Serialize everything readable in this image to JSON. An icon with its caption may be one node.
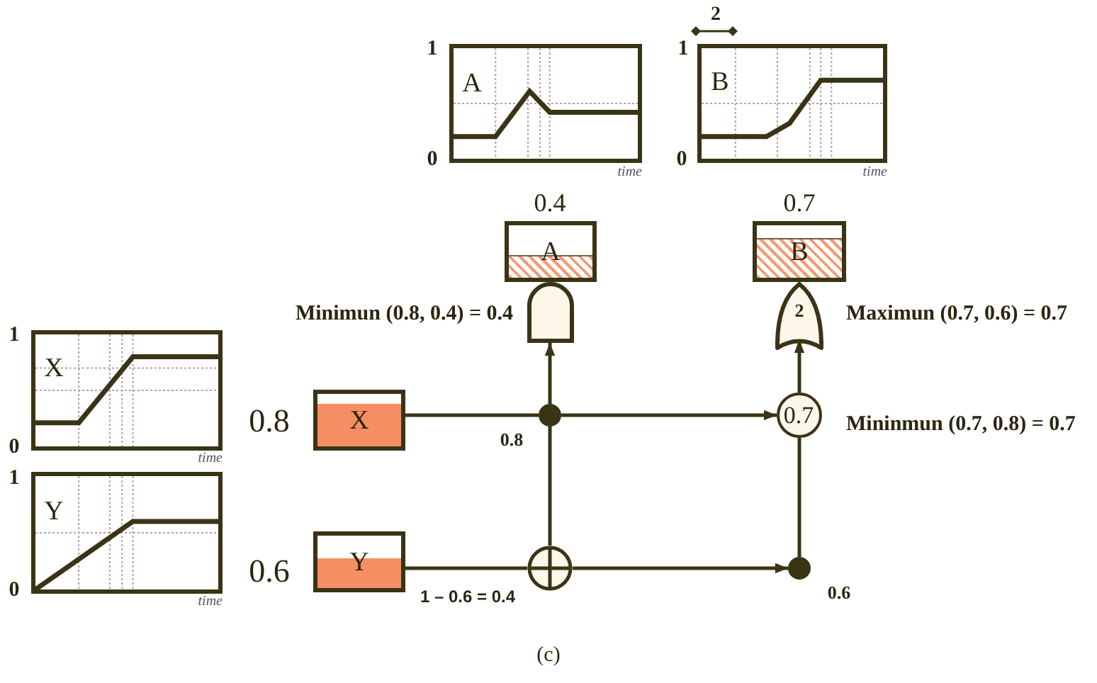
{
  "diagram": {
    "caption": "(c)",
    "nodes": [
      {
        "text": [
          "A"
        ],
        "beside": [
          "1",
          "0",
          "time"
        ]
      },
      {
        "text": [
          "B"
        ],
        "beside": [
          "1",
          "0",
          "time"
        ]
      },
      {
        "text": [
          "A"
        ],
        "beside": [
          "0.4"
        ]
      },
      {
        "text": [
          "B"
        ],
        "beside": [
          "0.7"
        ]
      },
      {
        "text": [],
        "shape": "gate",
        "beside": [
          "Minimun (0.8, 0.4) = 0.4"
        ]
      },
      {
        "text": [
          "2"
        ],
        "beside": [
          "Maximun (0.7, 0.6) = 0.7"
        ]
      },
      {
        "text": [
          "X"
        ],
        "beside": [
          "1",
          "0",
          "time"
        ]
      },
      {
        "text": [
          "X"
        ],
        "beside": [
          "0.8"
        ]
      },
      {
        "text": [],
        "shape": "dot",
        "beside": [
          "0.8"
        ]
      },
      {
        "text": [
          "0.7"
        ],
        "beside": [
          "Mininmun (0.7, 0.8) = 0.7"
        ]
      },
      {
        "text": [
          "Y"
        ],
        "beside": [
          "1",
          "0",
          "time"
        ]
      },
      {
        "text": [
          "Y"
        ],
        "beside": [
          "0.6"
        ]
      },
      {
        "text": [],
        "shape": "circle",
        "beside": [
          "1 – 0.6 = 0.4"
        ]
      },
      {
        "text": [],
        "shape": "dot",
        "beside": [
          "0.6"
        ]
      }
    ],
    "edges": [
      {
        "from": 7,
        "to": 8,
        "arrow": "none"
      },
      {
        "from": 8,
        "to": 4,
        "arrow": "to"
      },
      {
        "from": 8,
        "to": 9,
        "arrow": "to"
      },
      {
        "from": 11,
        "to": 12,
        "arrow": "none"
      },
      {
        "from": 12,
        "to": 8,
        "arrow": "none"
      },
      {
        "from": 12,
        "to": 13,
        "arrow": "to"
      },
      {
        "from": 13,
        "to": 9,
        "arrow": "none"
      },
      {
        "from": 9,
        "to": 5,
        "arrow": "to"
      }
    ],
    "labels": [
      "2"
    ]
  }
}
